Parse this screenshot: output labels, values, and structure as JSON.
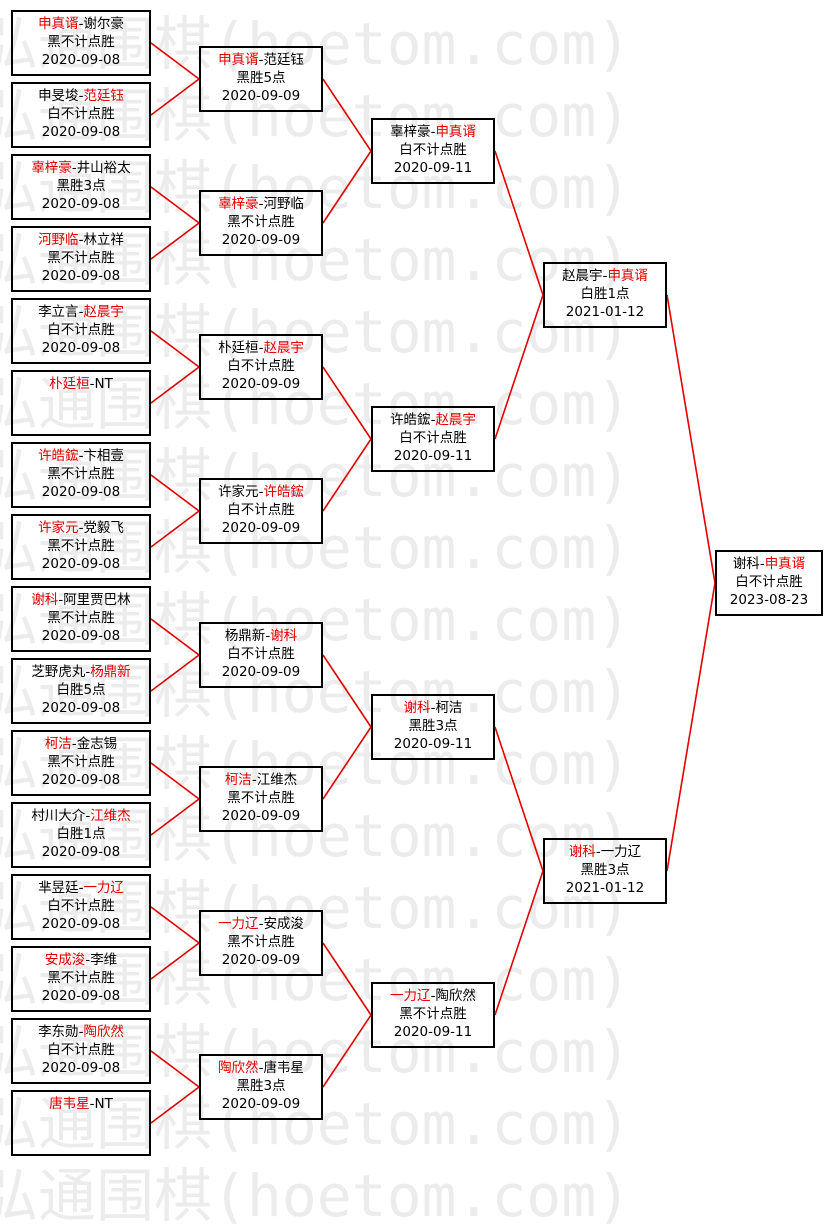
{
  "watermark": "弘通围棋(hoetom.com)",
  "colors": {
    "winner": "#e00000",
    "connector": "#e00000",
    "border": "#000000"
  },
  "rounds": [
    {
      "name": "round-1",
      "matches": [
        {
          "p1": "申真谞",
          "p2": "谢尔豪",
          "winner": 1,
          "result": "黑不计点胜",
          "date": "2020-09-08"
        },
        {
          "p1": "申旻埈",
          "p2": "范廷钰",
          "winner": 2,
          "result": "白不计点胜",
          "date": "2020-09-08"
        },
        {
          "p1": "辜梓豪",
          "p2": "井山裕太",
          "winner": 1,
          "result": "黑胜3点",
          "date": "2020-09-08"
        },
        {
          "p1": "河野临",
          "p2": "林立祥",
          "winner": 1,
          "result": "黑不计点胜",
          "date": "2020-09-08"
        },
        {
          "p1": "李立言",
          "p2": "赵晨宇",
          "winner": 2,
          "result": "白不计点胜",
          "date": "2020-09-08"
        },
        {
          "p1": "朴廷桓",
          "p2": "NT",
          "winner": 1,
          "result": "",
          "date": ""
        },
        {
          "p1": "许皓鋐",
          "p2": "卞相壹",
          "winner": 1,
          "result": "黑不计点胜",
          "date": "2020-09-08"
        },
        {
          "p1": "许家元",
          "p2": "党毅飞",
          "winner": 1,
          "result": "黑不计点胜",
          "date": "2020-09-08"
        },
        {
          "p1": "谢科",
          "p2": "阿里贾巴林",
          "winner": 1,
          "result": "黑不计点胜",
          "date": "2020-09-08"
        },
        {
          "p1": "芝野虎丸",
          "p2": "杨鼎新",
          "winner": 2,
          "result": "白胜5点",
          "date": "2020-09-08"
        },
        {
          "p1": "柯洁",
          "p2": "金志锡",
          "winner": 1,
          "result": "黑不计点胜",
          "date": "2020-09-08"
        },
        {
          "p1": "村川大介",
          "p2": "江维杰",
          "winner": 2,
          "result": "白胜1点",
          "date": "2020-09-08"
        },
        {
          "p1": "芈昱廷",
          "p2": "一力辽",
          "winner": 2,
          "result": "白不计点胜",
          "date": "2020-09-08"
        },
        {
          "p1": "安成浚",
          "p2": "李维",
          "winner": 1,
          "result": "黑不计点胜",
          "date": "2020-09-08"
        },
        {
          "p1": "李东勋",
          "p2": "陶欣然",
          "winner": 2,
          "result": "白不计点胜",
          "date": "2020-09-08"
        },
        {
          "p1": "唐韦星",
          "p2": "NT",
          "winner": 1,
          "result": "",
          "date": ""
        }
      ]
    },
    {
      "name": "round-2",
      "matches": [
        {
          "p1": "申真谞",
          "p2": "范廷钰",
          "winner": 1,
          "result": "黑胜5点",
          "date": "2020-09-09"
        },
        {
          "p1": "辜梓豪",
          "p2": "河野临",
          "winner": 1,
          "result": "黑不计点胜",
          "date": "2020-09-09"
        },
        {
          "p1": "朴廷桓",
          "p2": "赵晨宇",
          "winner": 2,
          "result": "白不计点胜",
          "date": "2020-09-09"
        },
        {
          "p1": "许家元",
          "p2": "许皓鋐",
          "winner": 2,
          "result": "白不计点胜",
          "date": "2020-09-09"
        },
        {
          "p1": "杨鼎新",
          "p2": "谢科",
          "winner": 2,
          "result": "白不计点胜",
          "date": "2020-09-09"
        },
        {
          "p1": "柯洁",
          "p2": "江维杰",
          "winner": 1,
          "result": "黑不计点胜",
          "date": "2020-09-09"
        },
        {
          "p1": "一力辽",
          "p2": "安成浚",
          "winner": 1,
          "result": "黑不计点胜",
          "date": "2020-09-09"
        },
        {
          "p1": "陶欣然",
          "p2": "唐韦星",
          "winner": 1,
          "result": "黑胜3点",
          "date": "2020-09-09"
        }
      ]
    },
    {
      "name": "round-3",
      "matches": [
        {
          "p1": "辜梓豪",
          "p2": "申真谞",
          "winner": 2,
          "result": "白不计点胜",
          "date": "2020-09-11"
        },
        {
          "p1": "许皓鋐",
          "p2": "赵晨宇",
          "winner": 2,
          "result": "白不计点胜",
          "date": "2020-09-11"
        },
        {
          "p1": "谢科",
          "p2": "柯洁",
          "winner": 1,
          "result": "黑胜3点",
          "date": "2020-09-11"
        },
        {
          "p1": "一力辽",
          "p2": "陶欣然",
          "winner": 1,
          "result": "黑不计点胜",
          "date": "2020-09-11"
        }
      ]
    },
    {
      "name": "semifinal",
      "matches": [
        {
          "p1": "赵晨宇",
          "p2": "申真谞",
          "winner": 2,
          "result": "白胜1点",
          "date": "2021-01-12"
        },
        {
          "p1": "谢科",
          "p2": "一力辽",
          "winner": 1,
          "result": "黑胜3点",
          "date": "2021-01-12"
        }
      ]
    },
    {
      "name": "final",
      "matches": [
        {
          "p1": "谢科",
          "p2": "申真谞",
          "winner": 2,
          "result": "白不计点胜",
          "date": "2023-08-23"
        }
      ]
    }
  ]
}
